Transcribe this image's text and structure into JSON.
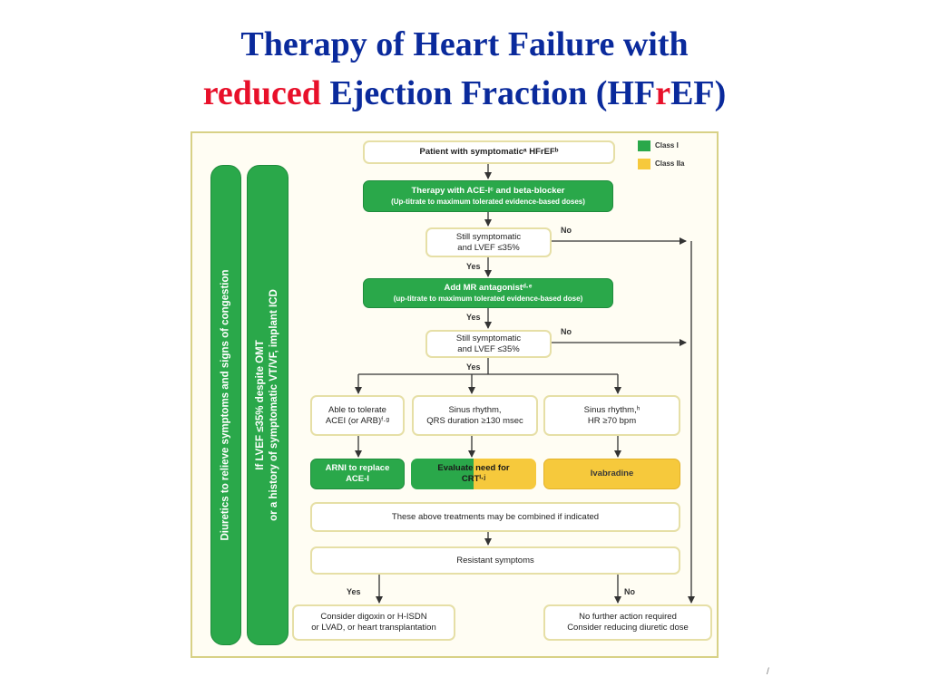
{
  "title": {
    "line1": "Therapy of Heart Failure with",
    "line2_highlight": "reduced",
    "line2_mid": " Ejection Fraction (HF",
    "line2_r": "r",
    "line2_end": "EF)"
  },
  "legend": [
    {
      "label": "Class I",
      "color": "#2aa84a"
    },
    {
      "label": "Class IIa",
      "color": "#f6c93c"
    }
  ],
  "sidebars": {
    "diuretics": "Diuretics to relieve symptoms and signs of congestion",
    "icd_line1": "If LVEF ≤35% despite OMT",
    "icd_line2": "or a history of symptomatic VT/VF, implant ICD"
  },
  "nodes": {
    "start": "Patient with symptomaticᵃ HFrEFᵇ",
    "acei_title": "Therapy with ACE-Iᶜ and beta-blocker",
    "acei_sub": "(Up-titrate to maximum tolerated evidence-based doses)",
    "q1_line1": "Still symptomatic",
    "q1_line2": "and LVEF ≤35%",
    "mra_title": "Add MR antagonistᵈ·ᵉ",
    "mra_sub": "(up-titrate to maximum tolerated evidence-based dose)",
    "q2_line1": "Still symptomatic",
    "q2_line2": "and LVEF ≤35%",
    "c1_line1": "Able to tolerate",
    "c1_line2": "ACEI (or ARB)ᶠ·ᵍ",
    "c2_line1": "Sinus rhythm,",
    "c2_line2": "QRS duration ≥130 msec",
    "c3_line1": "Sinus rhythm,ʰ",
    "c3_line2": "HR ≥70 bpm",
    "arni_line1": "ARNI to replace",
    "arni_line2": "ACE-I",
    "crt_line1": "Evaluate need for",
    "crt_line2": "CRTⁱ·ʲ",
    "ivabradine": "Ivabradine",
    "combined": "These above treatments may be combined if indicated",
    "resistant": "Resistant symptoms",
    "digoxin_line1": "Consider digoxin or H-ISDN",
    "digoxin_line2": "or LVAD, or heart transplantation",
    "nofurther_line1": "No further action required",
    "nofurther_line2": "Consider reducing diuretic dose"
  },
  "labels": {
    "yes1": "Yes",
    "no1": "No",
    "yes2": "Yes",
    "no2": "No",
    "yes3": "Yes",
    "yes4": "Yes",
    "no3": "No"
  },
  "page_number": "/"
}
